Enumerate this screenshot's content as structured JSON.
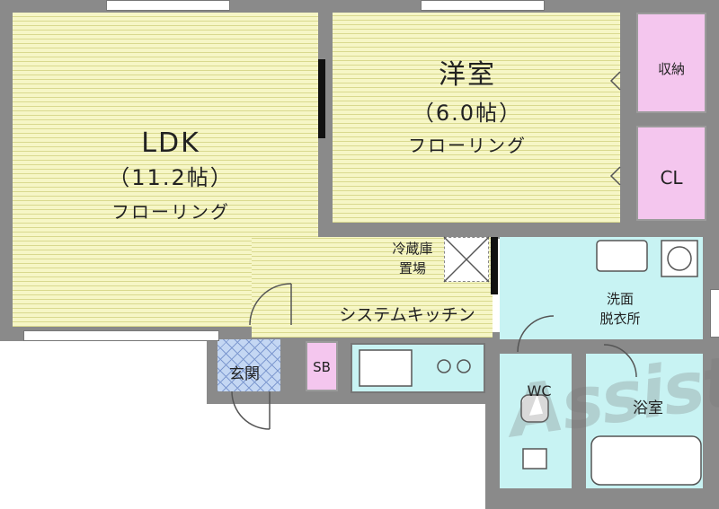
{
  "rooms": {
    "ldk": {
      "name": "LDK",
      "size": "（11.2帖）",
      "floor": "フローリング"
    },
    "western": {
      "name": "洋室",
      "size": "（6.0帖）",
      "floor": "フローリング"
    },
    "storage": "収納",
    "closet": "CL",
    "fridge": [
      "冷蔵庫",
      "置場"
    ],
    "kitchen": "システムキッチン",
    "washroom": [
      "洗面",
      "脱衣所"
    ],
    "wc": "WC",
    "bath": "浴室",
    "entrance": "玄関",
    "shoebox": "SB"
  },
  "watermark": "Assist",
  "colors": {
    "floor": "#f6f6c6",
    "wall": "#8a8a8a",
    "storage": "#f4c6ee",
    "wet_area": "#c8f3f3",
    "entrance_tile": "#c4d7f3"
  }
}
